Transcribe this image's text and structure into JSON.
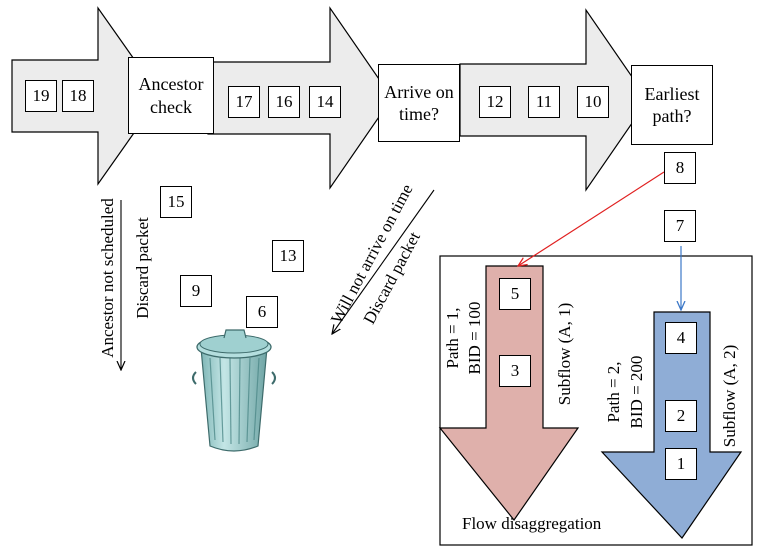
{
  "pipeline": {
    "stages": [
      {
        "id": "ancestor",
        "label": "Ancestor check"
      },
      {
        "id": "arrive",
        "label": "Arrive on time?"
      },
      {
        "id": "earliest",
        "label": "Earliest path?"
      }
    ],
    "packets_segment_1": [
      "19",
      "18"
    ],
    "packets_segment_2": [
      "17",
      "16",
      "14"
    ],
    "packets_segment_3": [
      "12",
      "11",
      "10"
    ]
  },
  "discard_1": {
    "reason": "Ancestor not scheduled",
    "action": "Discard packet"
  },
  "discard_2": {
    "reason": "Will not arrive on time",
    "action": "Discard packet"
  },
  "discarded_packets": [
    "15",
    "13",
    "9",
    "6"
  ],
  "dispatch_packets": [
    "8",
    "7"
  ],
  "disaggregation": {
    "caption": "Flow disaggregation",
    "subflow_1": {
      "path": "Path = 1,",
      "bid": "BID = 100",
      "name": "Subflow (A, 1)",
      "packets": [
        "5",
        "3"
      ]
    },
    "subflow_2": {
      "path": "Path = 2,",
      "bid": "BID = 200",
      "name": "Subflow (A, 2)",
      "packets": [
        "4",
        "2",
        "1"
      ]
    }
  },
  "colors": {
    "pipeline_arrow": "#ececec",
    "subflow_1": "#dfb0ab",
    "subflow_2": "#8fadd6",
    "red_arrow": "#e02020",
    "blue_arrow": "#3c78c8",
    "trash": "#9fd0d0"
  }
}
